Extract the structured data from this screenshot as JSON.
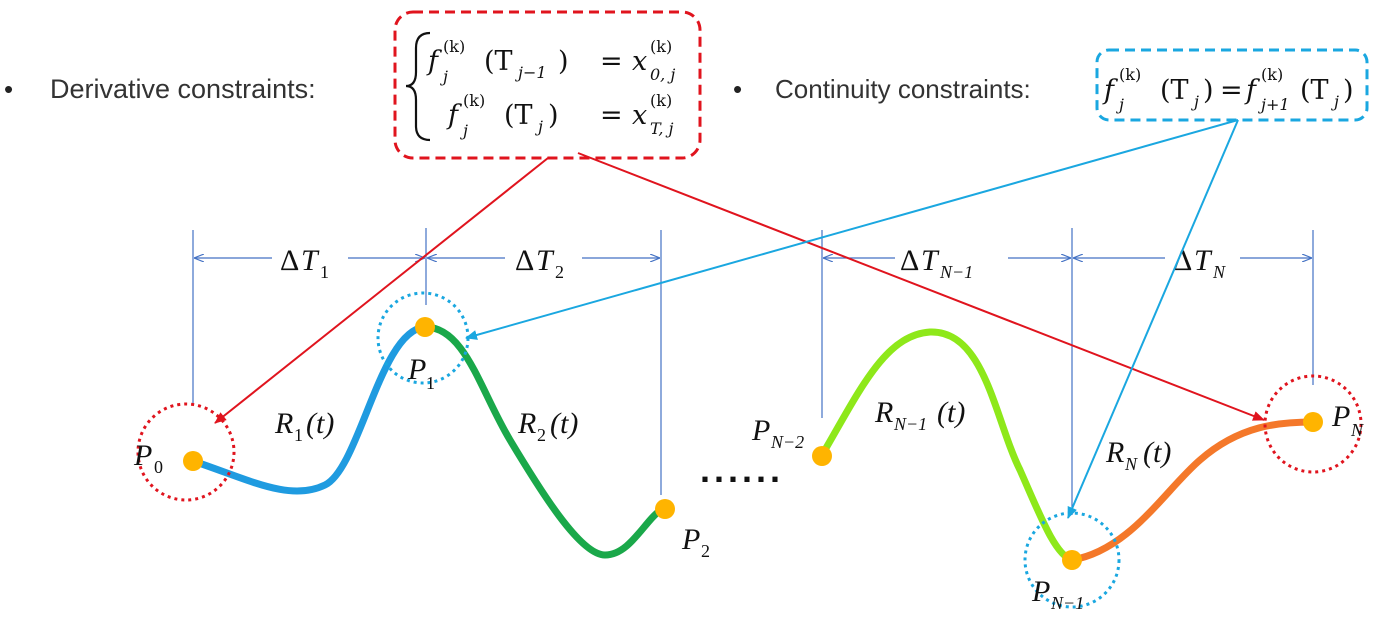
{
  "bullets": {
    "left": {
      "marker": "•",
      "label": "Derivative constraints:"
    },
    "right": {
      "marker": "•",
      "label": "Continuity constraints:"
    }
  },
  "derivative_box": {
    "row1": {
      "f": "f",
      "sup": "(k)",
      "sub": "j",
      "arg": "(T",
      "arg_sub": "j−1",
      "arg_close": ")",
      "eq": "=",
      "x": "x",
      "x_sup": "(k)",
      "x_sub": "0, j"
    },
    "row2": {
      "f": "f",
      "sup": "(k)",
      "sub": "j",
      "arg": "(T",
      "arg_sub": "j",
      "arg_close": ")",
      "eq": "=",
      "x": "x",
      "x_sup": "(k)",
      "x_sub": "T, j"
    },
    "color": "#e0141e"
  },
  "continuity_box": {
    "lhs_f": "f",
    "lhs_sup": "(k)",
    "lhs_sub": "j",
    "lhs_arg": "(T",
    "lhs_arg_sub": "j",
    "lhs_close": ")",
    "eq": "=",
    "rhs_f": "f",
    "rhs_sup": "(k)",
    "rhs_sub": "j+1",
    "rhs_arg": "(T",
    "rhs_arg_sub": "j",
    "rhs_close": ")",
    "color": "#1aa7e0"
  },
  "intervals": [
    {
      "delta": "Δ",
      "T": "T",
      "sub": "1"
    },
    {
      "delta": "Δ",
      "T": "T",
      "sub": "2"
    },
    {
      "delta": "Δ",
      "T": "T",
      "sub": "N−1"
    },
    {
      "delta": "Δ",
      "T": "T",
      "sub": "N"
    }
  ],
  "points": [
    {
      "P": "P",
      "sub": "0"
    },
    {
      "P": "P",
      "sub": "1"
    },
    {
      "P": "P",
      "sub": "2"
    },
    {
      "P": "P",
      "sub": "N−2"
    },
    {
      "P": "P",
      "sub": "N−1"
    },
    {
      "P": "P",
      "sub": "N"
    }
  ],
  "segments": [
    {
      "R": "R",
      "sub": "1",
      "arg": "(t)",
      "color": "#1f9be0"
    },
    {
      "R": "R",
      "sub": "2",
      "arg": "(t)",
      "color": "#1aa84a"
    },
    {
      "R": "R",
      "sub": "N−1",
      "arg": "(t)",
      "color": "#8ee81a"
    },
    {
      "R": "R",
      "sub": "N",
      "arg": "(t)",
      "color": "#f4782a"
    }
  ],
  "ellipsis": "......",
  "colors": {
    "dimension": "#4472c4",
    "point": "#ffb400",
    "derivative": "#e0141e",
    "continuity": "#1aa7e0"
  }
}
